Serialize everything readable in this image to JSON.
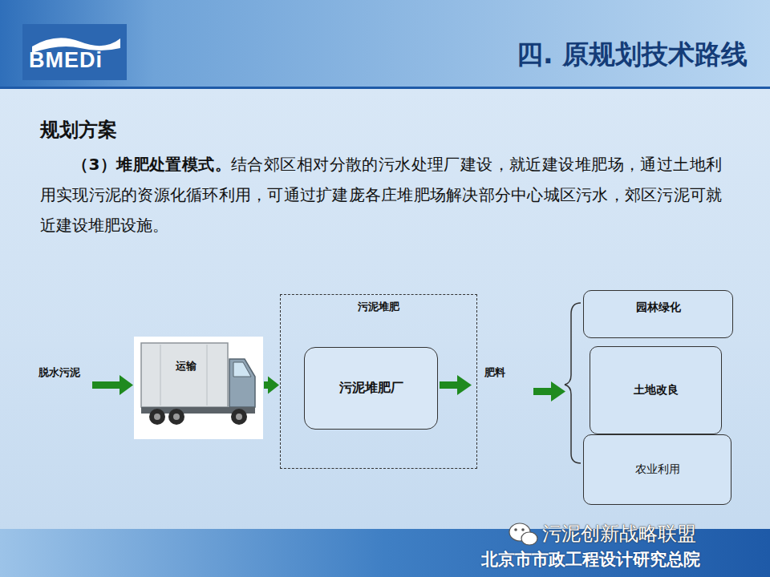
{
  "diagram": {
    "title": "四. 原规划技术路线",
    "nodes": [
      {
        "text": [
          "运输"
        ]
      },
      {
        "text": [
          "污泥堆肥"
        ]
      },
      {
        "text": [
          "污泥堆肥厂"
        ],
        "in": 1
      },
      {
        "text": [
          "园林绿化"
        ]
      },
      {
        "text": [
          "土地改良"
        ]
      },
      {
        "text": [
          "农业利用"
        ]
      }
    ],
    "edges": [
      {
        "from": 0,
        "to": 1,
        "arrow": "to"
      }
    ],
    "labels": [
      "BMEDi",
      "规划方案",
      "（3）堆肥处置模式。",
      "结合郊区相对分散的污水处理厂建设，就近建设堆肥场，通过土地利用实现污泥的资源化循环利用，可通过扩建庞各庄堆肥场解决部分中心城区污水，郊区污泥可就近建设堆肥设施。",
      "脱水污泥",
      "肥料",
      "污泥创新战略联盟",
      "北京市市政工程设计研究总院"
    ]
  }
}
